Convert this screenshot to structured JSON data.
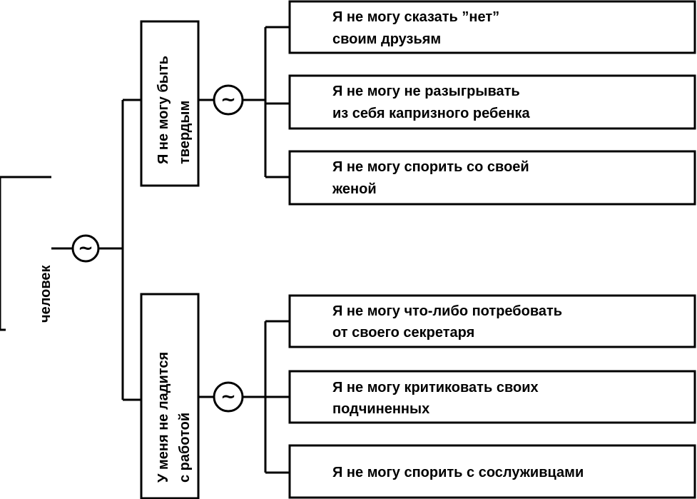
{
  "root": {
    "lines": [
      "",
      "человек"
    ]
  },
  "operator_symbol": "~",
  "branches": [
    {
      "lines": [
        "Я не могу быть",
        "твердым"
      ],
      "leaves": [
        {
          "lines": [
            "Я не могу сказать ”нет”",
            "своим друзьям"
          ]
        },
        {
          "lines": [
            "Я не могу не разыгрывать",
            "из себя капризного  ребенка"
          ]
        },
        {
          "lines": [
            "Я не могу спорить со своей",
            "женой"
          ]
        }
      ]
    },
    {
      "lines": [
        "У меня не ладится",
        "с работой"
      ],
      "leaves": [
        {
          "lines": [
            "Я не могу что-либо потребовать",
            "от своего секретаря"
          ]
        },
        {
          "lines": [
            "Я не могу критиковать своих",
            "подчиненных"
          ]
        },
        {
          "lines": [
            "Я не могу спорить с сослуживцами"
          ]
        }
      ]
    }
  ]
}
